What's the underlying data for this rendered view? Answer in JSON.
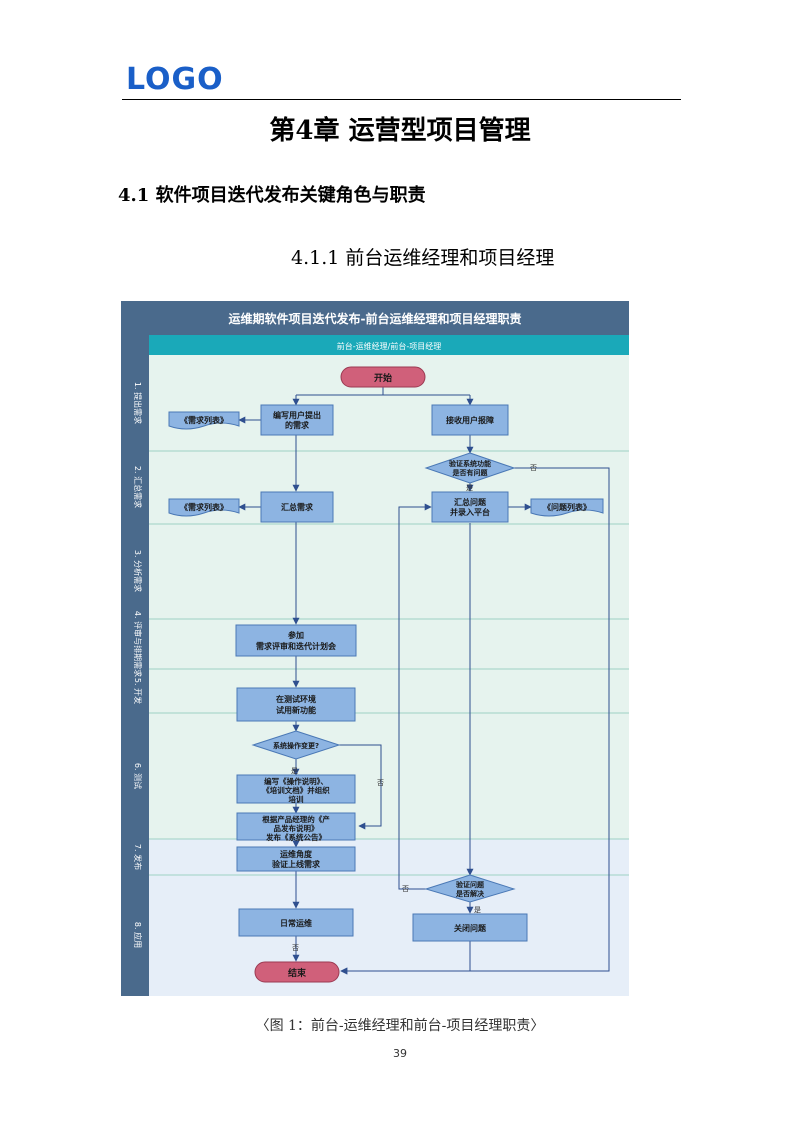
{
  "header": {
    "logo": "LOGO"
  },
  "chapter_title": "第4章  运营型项目管理",
  "section_title": "4.1  软件项目迭代发布关键角色与职责",
  "subsection_title": "4.1.1 前台运维经理和项目经理",
  "figure": {
    "title": "运维期软件项目迭代发布-前台运维经理和项目经理职责",
    "subtitle": "前台-运维经理/前台-项目经理",
    "lanes": [
      "1. 提出需求",
      "2. 汇总需求",
      "3. 分析需求",
      "4. 评审与排期需求",
      "5. 开发",
      "6. 测试",
      "7. 发布",
      "8. 应用"
    ],
    "nodes": {
      "start": "开始",
      "raise_req_1": "编写用户提出",
      "raise_req_2": "的需求",
      "req_list_1": "《需求列表》",
      "receive_report": "接收用户报障",
      "verify_func_1": "验证系统功能",
      "verify_func_2": "是否有问题",
      "req_list_2": "《需求列表》",
      "collect_req": "汇总需求",
      "collect_issue_1": "汇总问题",
      "collect_issue_2": "并录入平台",
      "issue_list": "《问题列表》",
      "review_1": "参加",
      "review_2": "需求评审和迭代计划会",
      "trial_1": "在测试环境",
      "trial_2": "试用新功能",
      "op_change": "系统操作变更?",
      "write_docs_1": "编写《操作说明》、",
      "write_docs_2": "《培训文档》并组织",
      "write_docs_3": "培训",
      "publish_1": "根据产品经理的《产",
      "publish_2": "品发布说明》",
      "publish_3": "发布《系统公告》",
      "verify_online_1": "运维角度",
      "verify_online_2": "验证上线需求",
      "issue_solved_1": "验证问题",
      "issue_solved_2": "是否解决",
      "daily_ops": "日常运维",
      "close_issue": "关闭问题",
      "end": "结束"
    },
    "edge_labels": {
      "yes": "是",
      "no": "否"
    }
  },
  "caption": "〈图 1：前台-运维经理和前台-项目经理职责〉",
  "page_number": "39",
  "colors": {
    "header_bar": "#4a6a8c",
    "subtitle_bar": "#1aa9b9",
    "lane_fill_green": "#e6f3ee",
    "lane_fill_blue": "#e6eef8",
    "lane_label_col": "#4a6a8c",
    "process_box": "#8db4e2",
    "decision": "#8db4e2",
    "terminal": "#d0607a",
    "connector": "#2f4f8f",
    "logo": "#1a5fc8"
  }
}
